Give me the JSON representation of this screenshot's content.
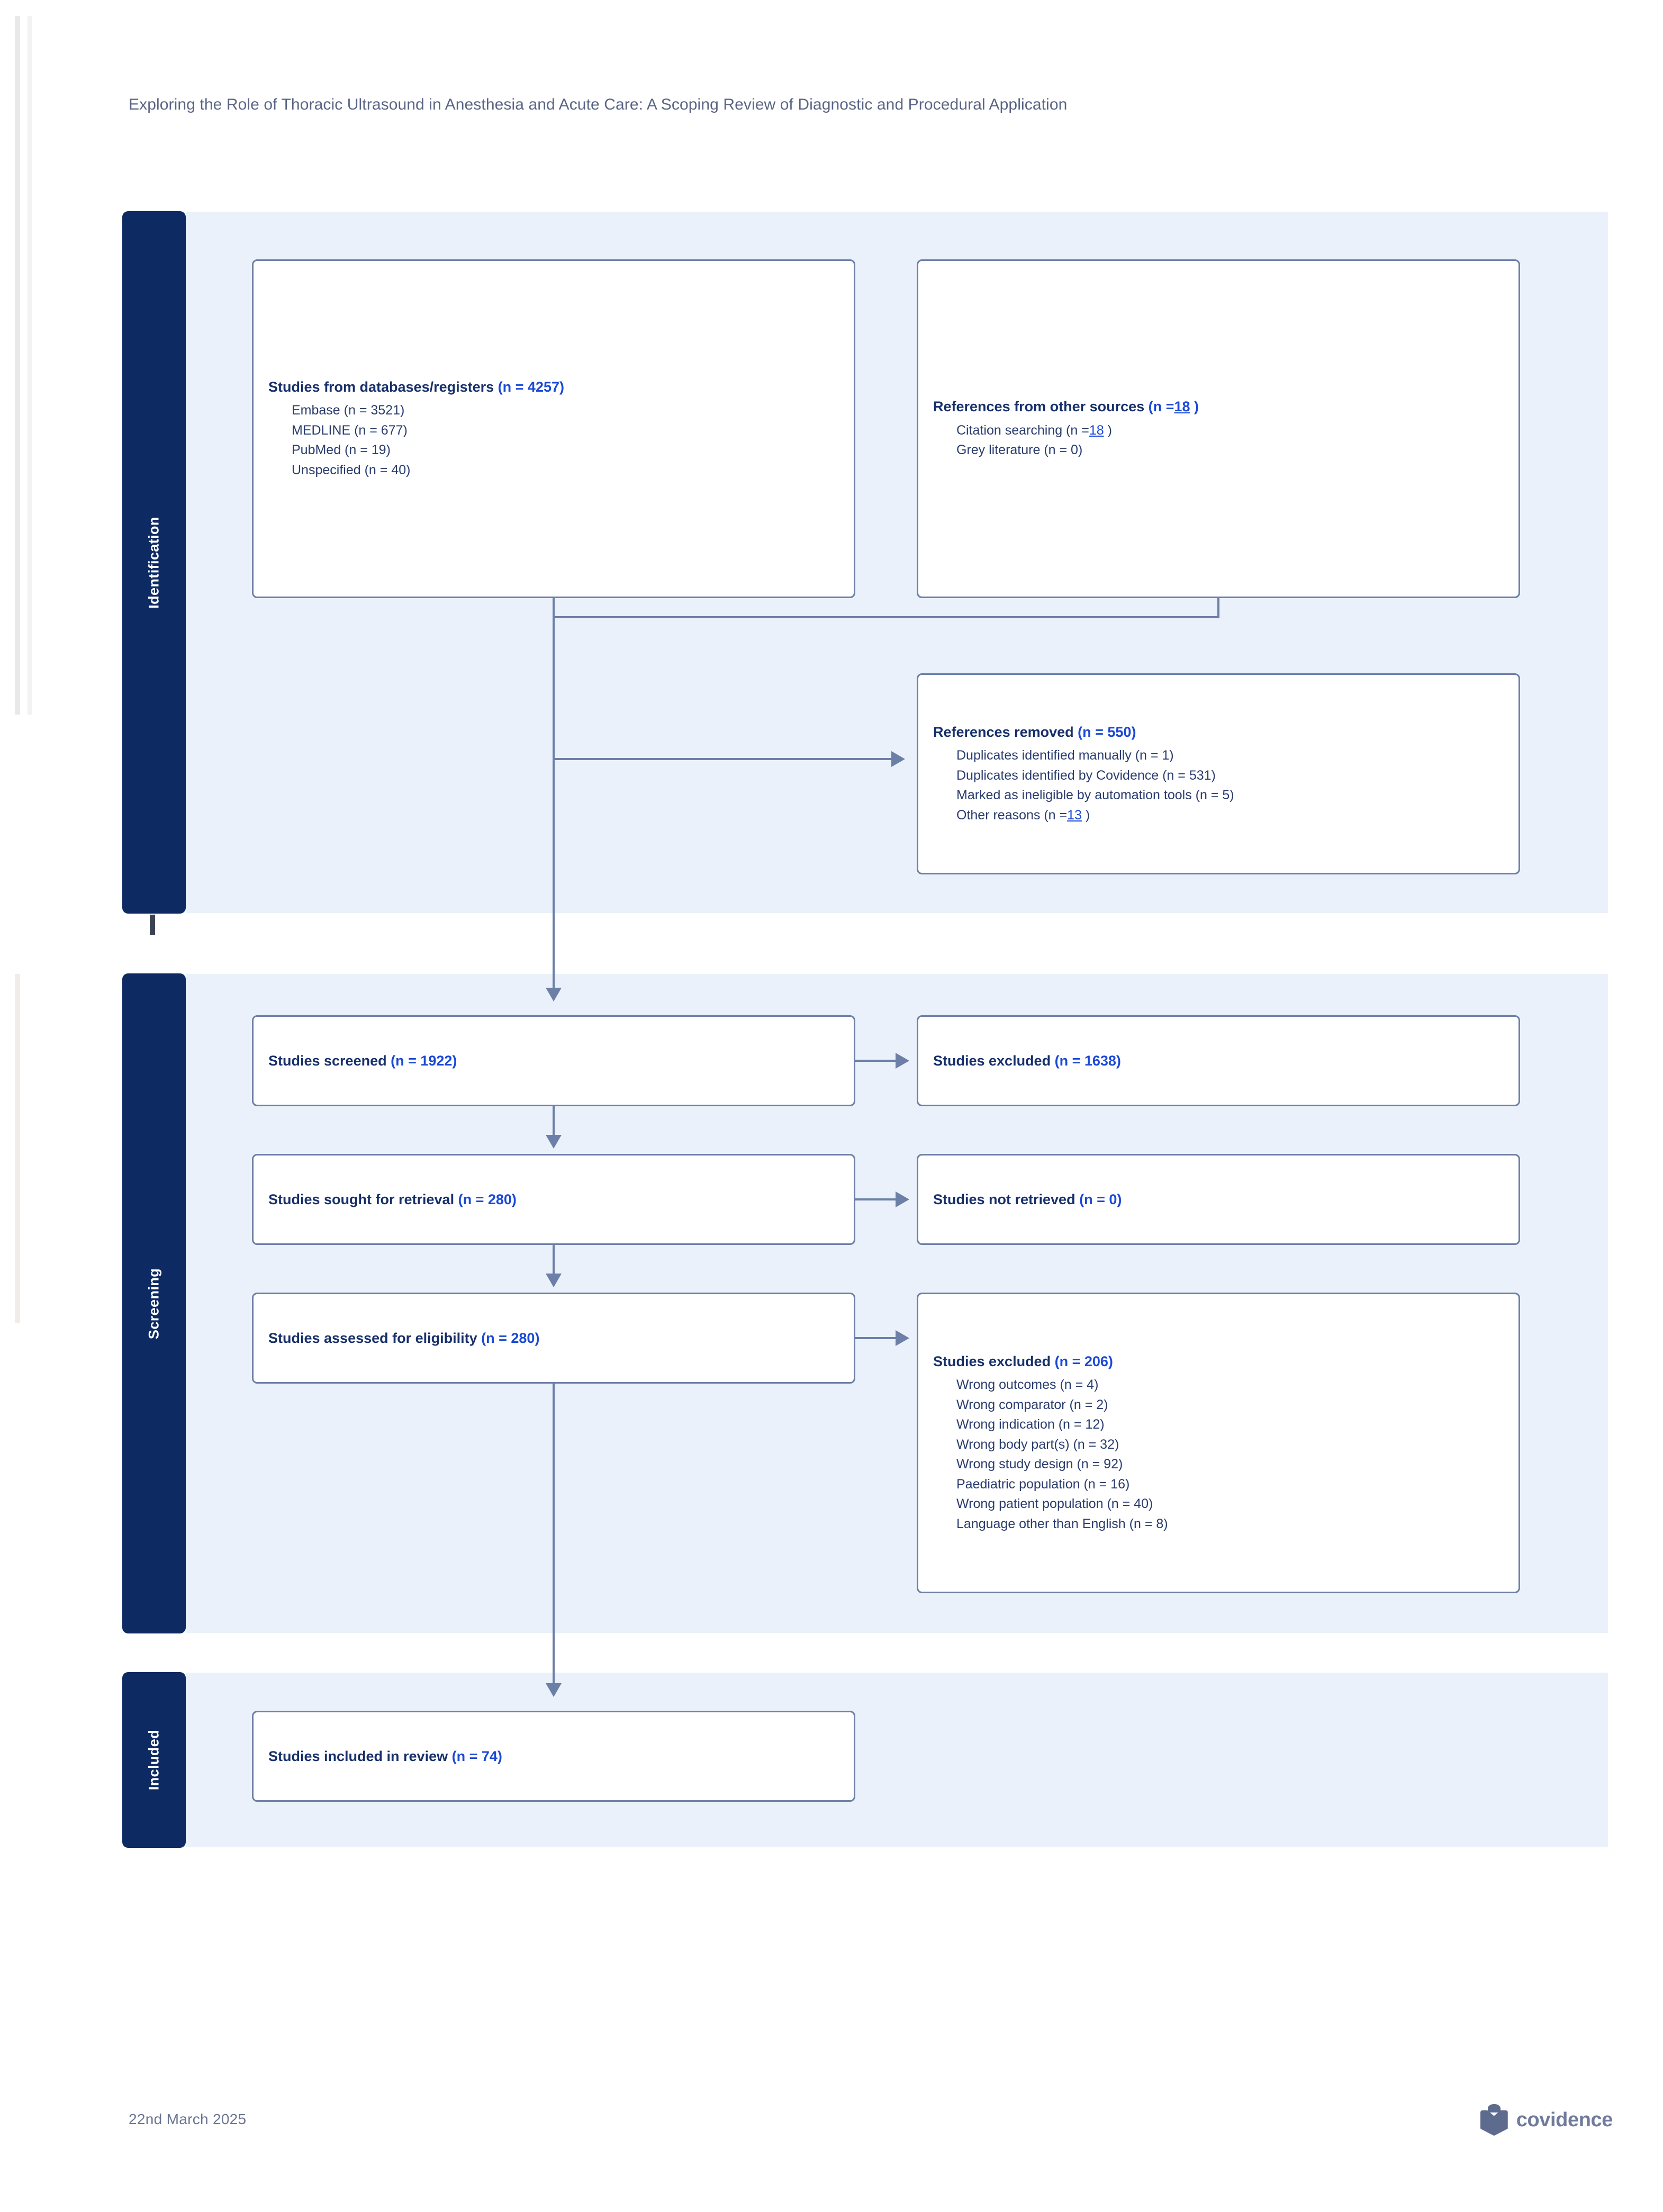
{
  "title": "Exploring the Role of Thoracic Ultrasound in Anesthesia and Acute Care: A Scoping Review of Diagnostic and Procedural Application",
  "colors": {
    "stage_tab": "#0d2a63",
    "stage_background": "#eaf1fa",
    "box_border": "#6c7fa6",
    "header_text": "#17306b",
    "count_text": "#1a49d6",
    "title_text": "#5a6585"
  },
  "stages": [
    {
      "id": "identification",
      "label": "Identification"
    },
    {
      "id": "screening",
      "label": "Screening"
    },
    {
      "id": "included",
      "label": "Included"
    }
  ],
  "boxes": {
    "databases": {
      "header_text": "Studies from databases/registers ",
      "header_count": "(n = 4257)",
      "items": [
        "Embase (n = 3521)",
        "MEDLINE (n = 677)",
        "PubMed (n = 19)",
        "Unspecified (n = 40)"
      ]
    },
    "other_sources": {
      "header_text": "References from other sources ",
      "header_count_pre": "(n =",
      "header_count_val": "18",
      "header_count_post": " )",
      "items": [
        {
          "text": "Citation searching (n =",
          "underlined": "18",
          "post": " )"
        },
        {
          "text": "Grey literature (n = 0)",
          "underlined": "",
          "post": ""
        }
      ]
    },
    "removed": {
      "header_text": "References removed ",
      "header_count": "(n = 550)",
      "items": [
        {
          "text": "Duplicates identified manually (n = 1)",
          "underlined": "",
          "post": ""
        },
        {
          "text": "Duplicates identified by Covidence (n = 531)",
          "underlined": "",
          "post": ""
        },
        {
          "text": "Marked as ineligible by automation tools (n = 5)",
          "underlined": "",
          "post": ""
        },
        {
          "text": "Other reasons (n =",
          "underlined": "13",
          "post": " )"
        }
      ]
    },
    "screened": {
      "header_text": "Studies screened ",
      "header_count": "(n = 1922)"
    },
    "excluded_screening": {
      "header_text": "Studies excluded ",
      "header_count": "(n = 1638)"
    },
    "sought": {
      "header_text": "Studies sought for retrieval ",
      "header_count": "(n = 280)"
    },
    "not_retrieved": {
      "header_text": "Studies not retrieved ",
      "header_count": "(n = 0)"
    },
    "assessed": {
      "header_text": "Studies assessed for eligibility ",
      "header_count": "(n = 280)"
    },
    "excluded_eligibility": {
      "header_text": "Studies excluded ",
      "header_count": "(n = 206)",
      "items": [
        "Wrong outcomes (n = 4)",
        "Wrong comparator (n = 2)",
        "Wrong indication (n = 12)",
        "Wrong body part(s) (n = 32)",
        "Wrong study design (n = 92)",
        "Paediatric population (n = 16)",
        "Wrong patient population (n = 40)",
        "Language other than English (n = 8)"
      ]
    },
    "included": {
      "header_text": "Studies included in review ",
      "header_count": "(n = 74)"
    }
  },
  "footer": {
    "date": "22nd March 2025",
    "brand": "covidence"
  }
}
